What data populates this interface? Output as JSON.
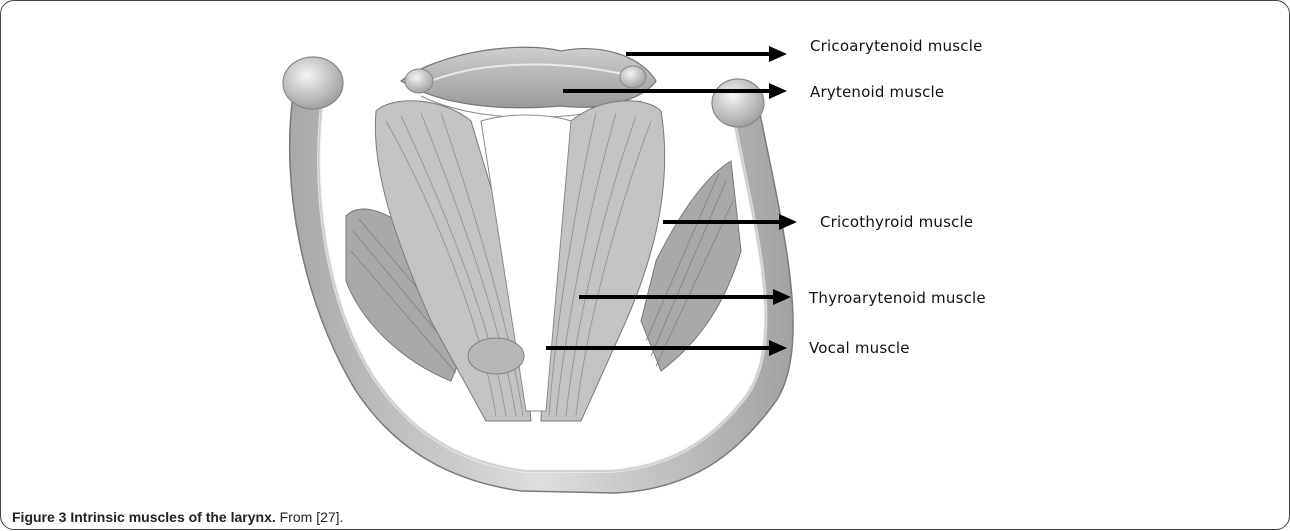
{
  "figure": {
    "labels": [
      "Cricoarytenoid muscle",
      "Arytenoid muscle",
      "Cricothyroid muscle",
      "Thyroarytenoid muscle",
      "Vocal muscle"
    ],
    "caption": {
      "title": "Figure 3 Intrinsic muscles of the larynx.",
      "source": "From [27]."
    }
  }
}
